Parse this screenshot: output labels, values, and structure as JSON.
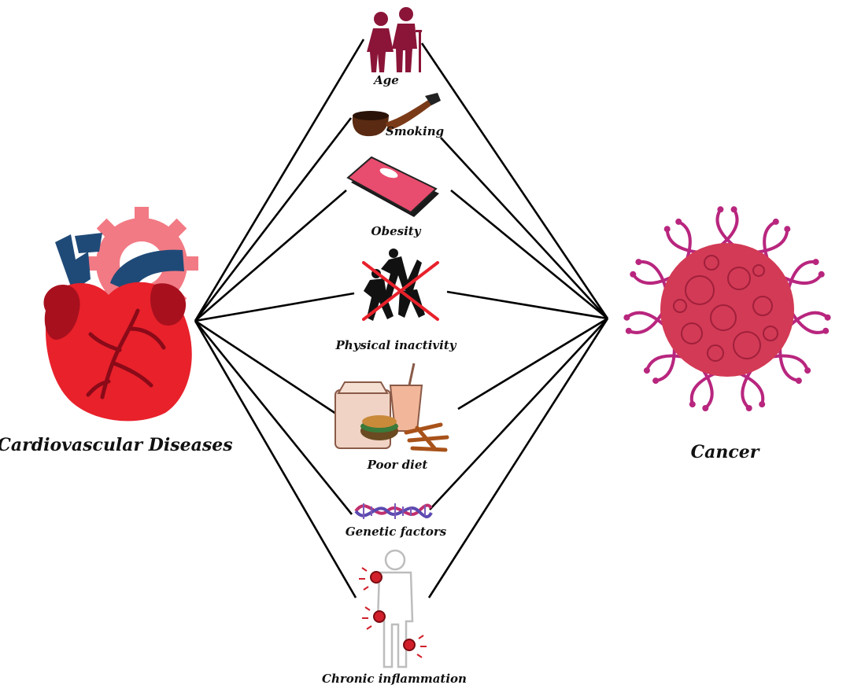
{
  "left_node": {
    "label": "Cardiovascular Diseases"
  },
  "right_node": {
    "label": "Cancer"
  },
  "factors": [
    {
      "label": "Age",
      "icon": "elderly-couple-icon"
    },
    {
      "label": "Smoking",
      "icon": "pipe-icon"
    },
    {
      "label": "Obesity",
      "icon": "weighing-scale-icon"
    },
    {
      "label": "Physical inactivity",
      "icon": "crossed-out-runners-icon"
    },
    {
      "label": "Poor diet",
      "icon": "fast-food-icon"
    },
    {
      "label": "Genetic factors",
      "icon": "dna-icon"
    },
    {
      "label": "Chronic inflammation",
      "icon": "inflamed-body-icon"
    }
  ],
  "colors": {
    "heart_red": "#e8212b",
    "heart_dark": "#a8101e",
    "vessel_blue": "#1f4a78",
    "gear_pink": "#f27a84",
    "cancer_fill": "#d33a55",
    "cancer_spikes": "#b8267e",
    "elderly_icon": "#8a1538",
    "line": "#000000"
  }
}
